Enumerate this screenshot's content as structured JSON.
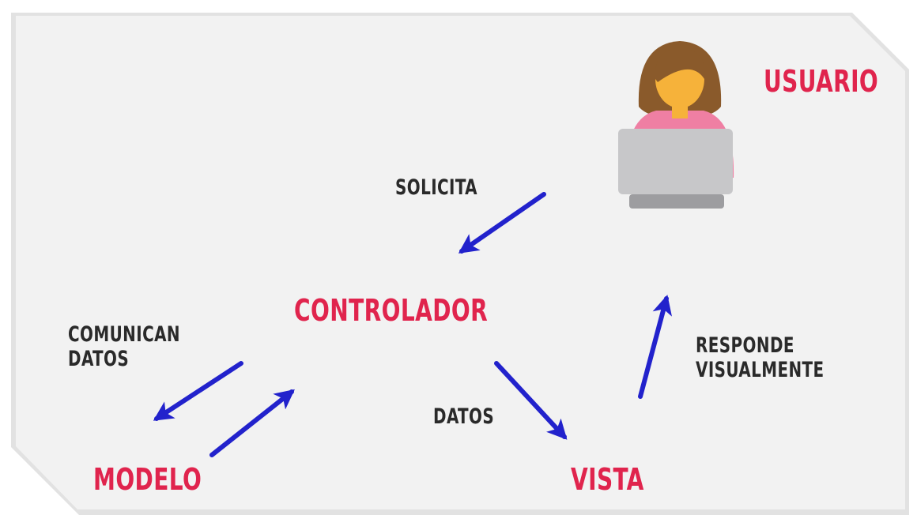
{
  "diagram": {
    "nodes": {
      "usuario": "USUARIO",
      "controlador": "CONTROLADOR",
      "modelo": "MODELO",
      "vista": "VISTA"
    },
    "edges": {
      "solicita": "SOLICITA",
      "comunican_line1": "COMUNICAN",
      "comunican_line2": "DATOS",
      "datos": "DATOS",
      "responde_line1": "RESPONDE",
      "responde_line2": "VISUALMENTE"
    },
    "colors": {
      "background": "#f2f2f2",
      "node_text": "#e0244d",
      "edge_text": "#2a2a2a",
      "arrow": "#2222cc",
      "user_hair": "#8a5a2b",
      "user_skin": "#f6b23a",
      "user_shirt": "#ef7fa3",
      "laptop": "#c7c7c9"
    }
  }
}
